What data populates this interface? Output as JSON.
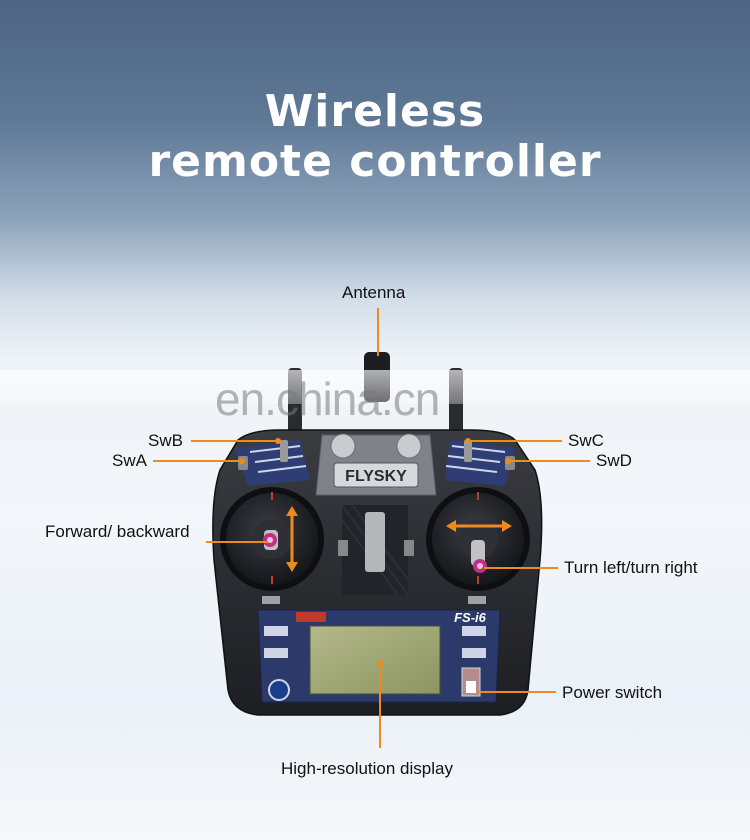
{
  "title_line1": "Wireless",
  "title_line2": "remote controller",
  "watermark": "en.china.cn",
  "brand": "FLYSKY",
  "model": "FS-i6",
  "labels": {
    "antenna": "Antenna",
    "swb": "SwB",
    "swa": "SwA",
    "swc": "SwC",
    "swd": "SwD",
    "forward_backward": "Forward/ backward",
    "turn": "Turn left/turn right",
    "power": "Power switch",
    "display": "High-resolution display"
  },
  "colors": {
    "accent": "#f08a1f",
    "body": "#2b2d32",
    "screen": "#9aa372"
  }
}
